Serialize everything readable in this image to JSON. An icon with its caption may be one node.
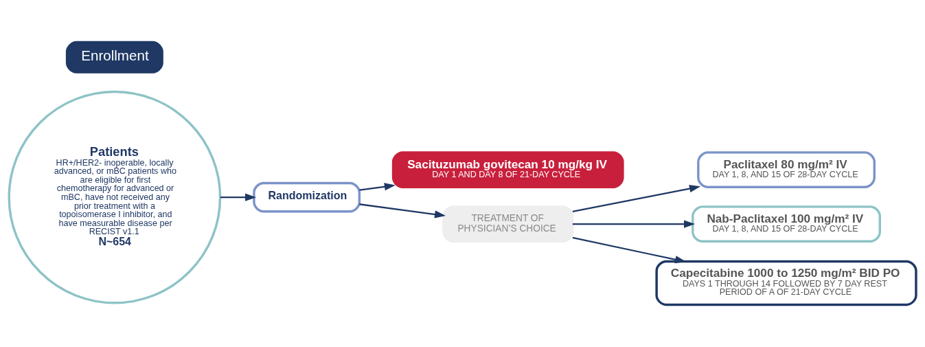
{
  "diagram": {
    "nodes": [
      {
        "text": [
          "Patients",
          "HR+/HER2- inoperable, locally advanced, or mBC patients who are eligible for first chemotherapy for advanced or mBC, have not received any prior treatment with a topoisomerase I inhibitor, and have measurable disease per RECIST v1.1",
          "N~654"
        ]
      },
      {
        "text": [
          "Randomization"
        ]
      },
      {
        "text": [
          "Sacituzumab govitecan 10 mg/kg IV",
          "DAY 1 AND DAY 8 OF 21-DAY CYCLE"
        ]
      },
      {
        "text": [
          "TREATMENT OF PHYSICIAN’S CHOICE"
        ]
      },
      {
        "text": [
          "Paclitaxel 80 mg/m² IV",
          "DAY 1, 8, AND 15 OF 28-DAY CYCLE"
        ]
      },
      {
        "text": [
          "Nab-Paclitaxel 100 mg/m² IV",
          "DAY 1, 8, AND 15 OF 28-DAY CYCLE"
        ]
      },
      {
        "text": [
          "Capecitabine 1000 to 1250 mg/m² BID PO",
          "DAYS 1 THROUGH 14 FOLLOWED BY 7 DAY REST PERIOD OF A OF 21-DAY CYCLE"
        ]
      },
      {
        "text": [
          "Enrollment"
        ]
      }
    ],
    "edges": [
      {
        "from": 0,
        "to": 1,
        "arrow": "to"
      },
      {
        "from": 1,
        "to": 2,
        "arrow": "to"
      },
      {
        "from": 1,
        "to": 3,
        "arrow": "to"
      },
      {
        "from": 3,
        "to": 4,
        "arrow": "to"
      },
      {
        "from": 3,
        "to": 5,
        "arrow": "to"
      },
      {
        "from": 3,
        "to": 6,
        "arrow": "to"
      }
    ]
  }
}
